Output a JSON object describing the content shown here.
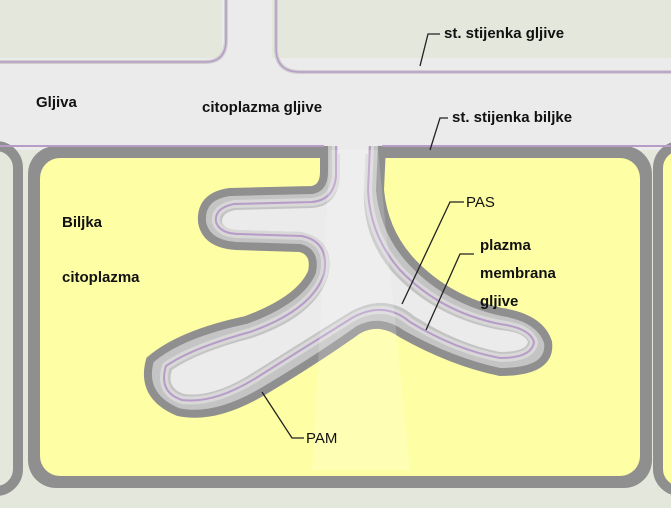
{
  "diagram": {
    "labels": {
      "fungal_wall": "st. stijenka gljive",
      "fungus": "Gljiva",
      "fungal_cytoplasm": "citoplazma gljive",
      "plant_wall": "st. stijenka biljke",
      "plant": "Biljka",
      "plant_cytoplasm": "citoplazma",
      "pas": "PAS",
      "fungal_membrane_1": "plazma",
      "fungal_membrane_2": "membrana",
      "fungal_membrane_3": "gljive",
      "pam": "PAM"
    },
    "colors": {
      "background": "#e4e8dc",
      "fungal_cytoplasm": "#ebebeb",
      "fungal_wall": "#d8d8d8",
      "fungal_membrane": "#b89cc8",
      "plant_wall": "#8f8f8f",
      "plant_cytoplasm": "#fefea4",
      "interface_space": "#c4c4c4"
    }
  }
}
